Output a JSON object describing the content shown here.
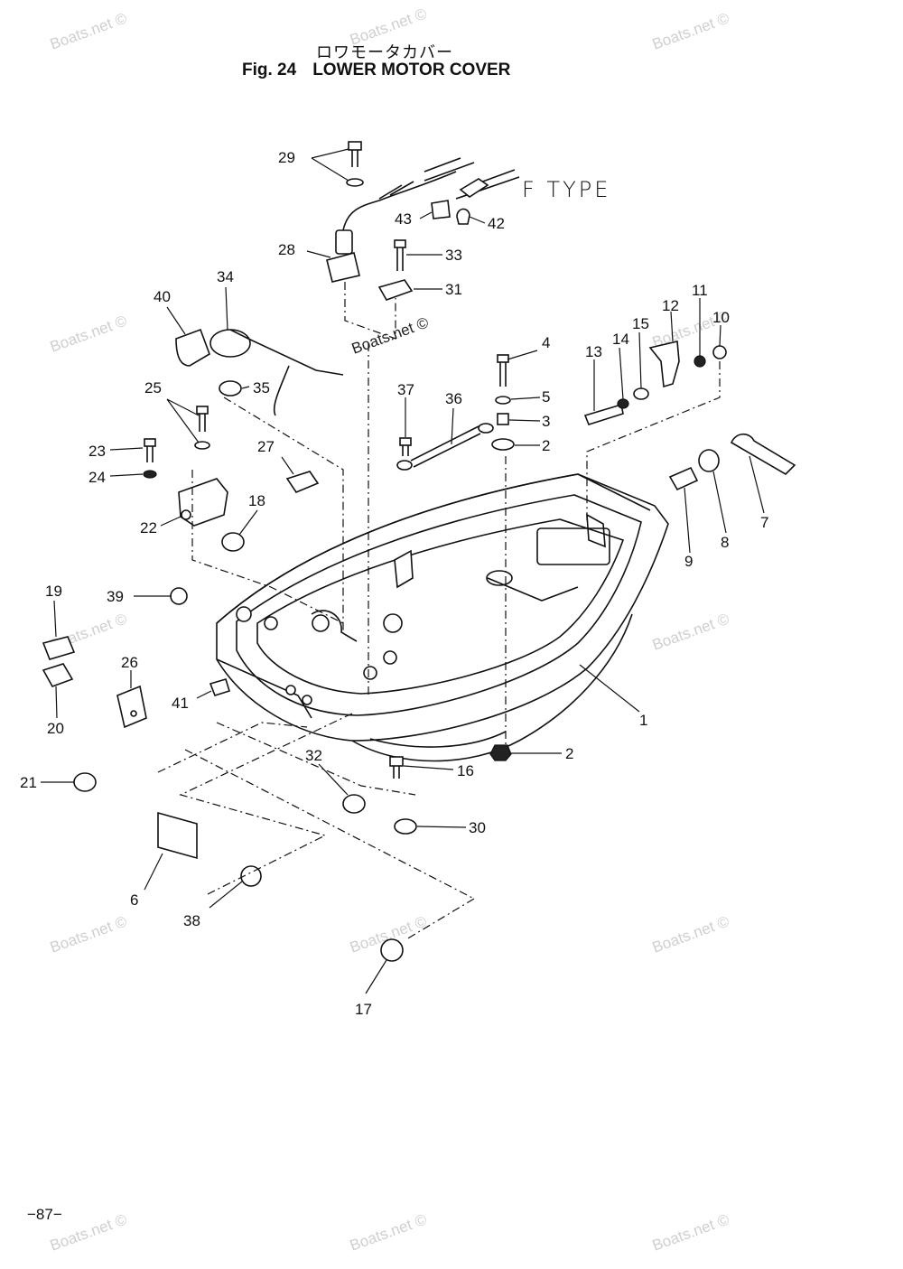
{
  "header": {
    "title_jp": "ロワモータカバー",
    "fig_label": "Fig. 24",
    "title_en": "LOWER MOTOR COVER"
  },
  "variant_label": "F TYPE",
  "page_number": "−87−",
  "watermark": "Boats.net ©",
  "watermark_center": "Boats.net ©",
  "callouts": [
    {
      "id": "29",
      "num": "29"
    },
    {
      "id": "43",
      "num": "43"
    },
    {
      "id": "42",
      "num": "42"
    },
    {
      "id": "28",
      "num": "28"
    },
    {
      "id": "33",
      "num": "33"
    },
    {
      "id": "31",
      "num": "31"
    },
    {
      "id": "34",
      "num": "34"
    },
    {
      "id": "40",
      "num": "40"
    },
    {
      "id": "35",
      "num": "35"
    },
    {
      "id": "25",
      "num": "25"
    },
    {
      "id": "23",
      "num": "23"
    },
    {
      "id": "24",
      "num": "24"
    },
    {
      "id": "27",
      "num": "27"
    },
    {
      "id": "22",
      "num": "22"
    },
    {
      "id": "18",
      "num": "18"
    },
    {
      "id": "37",
      "num": "37"
    },
    {
      "id": "36",
      "num": "36"
    },
    {
      "id": "4",
      "num": "4"
    },
    {
      "id": "5",
      "num": "5"
    },
    {
      "id": "3",
      "num": "3"
    },
    {
      "id": "2a",
      "num": "2"
    },
    {
      "id": "13",
      "num": "13"
    },
    {
      "id": "14",
      "num": "14"
    },
    {
      "id": "15",
      "num": "15"
    },
    {
      "id": "12",
      "num": "12"
    },
    {
      "id": "11",
      "num": "11"
    },
    {
      "id": "10",
      "num": "10"
    },
    {
      "id": "7",
      "num": "7"
    },
    {
      "id": "8",
      "num": "8"
    },
    {
      "id": "9",
      "num": "9"
    },
    {
      "id": "19",
      "num": "19"
    },
    {
      "id": "39",
      "num": "39"
    },
    {
      "id": "26",
      "num": "26"
    },
    {
      "id": "20",
      "num": "20"
    },
    {
      "id": "41",
      "num": "41"
    },
    {
      "id": "1",
      "num": "1"
    },
    {
      "id": "21",
      "num": "21"
    },
    {
      "id": "32",
      "num": "32"
    },
    {
      "id": "16",
      "num": "16"
    },
    {
      "id": "2b",
      "num": "2"
    },
    {
      "id": "30",
      "num": "30"
    },
    {
      "id": "6",
      "num": "6"
    },
    {
      "id": "38",
      "num": "38"
    },
    {
      "id": "17",
      "num": "17"
    }
  ]
}
